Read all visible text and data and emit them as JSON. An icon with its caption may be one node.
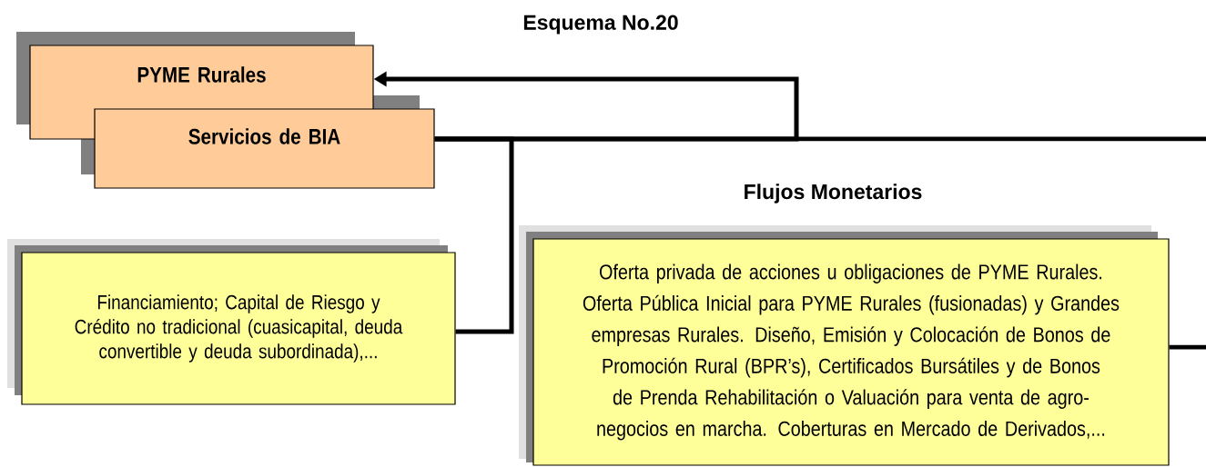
{
  "diagram": {
    "title": "Esquema No.20",
    "nodes": [
      {
        "text": [
          "PYME Rurales"
        ]
      },
      {
        "text": [
          "Servicios de BIA"
        ]
      },
      {
        "text": [
          "Financiamiento; Capital de Riesgo y Crédito no tradicional (cuasicapital, deuda convertible y deuda subordinada),..."
        ]
      },
      {
        "text": [
          "Flujos Monetarios",
          "Oferta privada de acciones u obligaciones de PYME Rurales. Oferta Pública Inicial para PYME Rurales (fusionadas) y Grandes empresas Rurales. Diseño, Emisión y Colocación de Bonos de Promoción Rural (BPR’s), Certificados Bursátiles y de Bonos de Prenda Rehabilitación o Valuación para venta de agro-negocios en marcha. Coberturas en Mercado de Derivados,..."
        ]
      }
    ],
    "edges": [
      {
        "from": 1,
        "to": 0,
        "arrow": "to"
      },
      {
        "from": 1,
        "to": 2,
        "arrow": "none"
      },
      {
        "from": 1,
        "to": null,
        "arrow": "none"
      },
      {
        "from": 3,
        "to": null,
        "arrow": "none"
      }
    ]
  }
}
